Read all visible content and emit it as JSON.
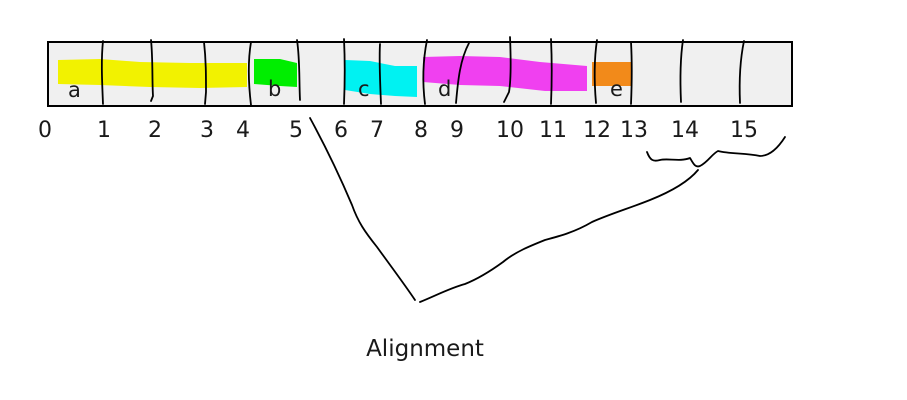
{
  "diagram": {
    "caption": "Alignment",
    "memory_bar": {
      "fill_color": "#f0f0f0",
      "border_color": "#000000"
    },
    "boundaries": [
      "0",
      "1",
      "2",
      "3",
      "4",
      "5",
      "6",
      "7",
      "8",
      "9",
      "10",
      "11",
      "12",
      "13",
      "14",
      "15"
    ],
    "fields": [
      {
        "label": "a",
        "color": "#f2f200",
        "start": 0,
        "end": 4
      },
      {
        "label": "b",
        "color": "#00ee00",
        "start": 4,
        "end": 5
      },
      {
        "label": "c",
        "color": "#00f2f2",
        "start": 6,
        "end": 8
      },
      {
        "label": "d",
        "color": "#f040f0",
        "start": 8,
        "end": 12
      },
      {
        "label": "e",
        "color": "#f28a1a",
        "start": 12,
        "end": 13
      }
    ]
  }
}
